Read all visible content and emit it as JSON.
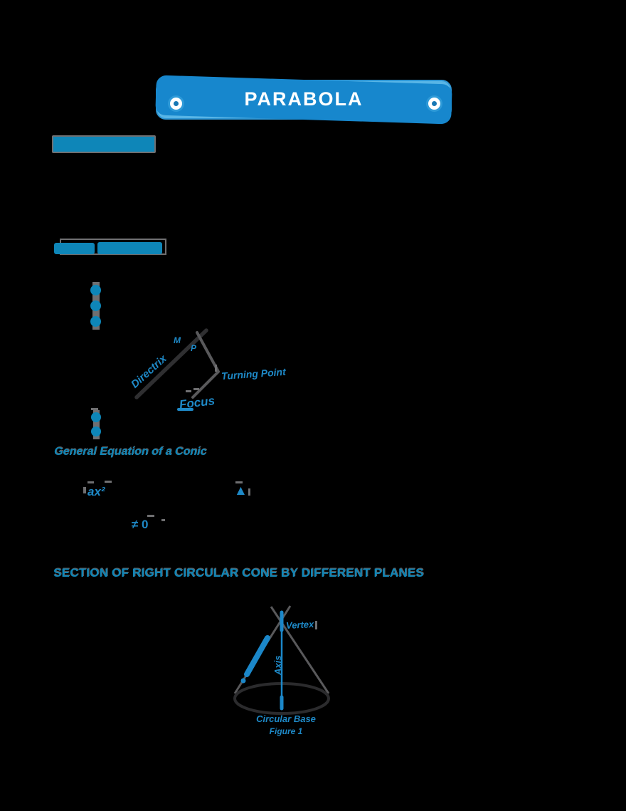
{
  "banner": {
    "title": "PARABOLA"
  },
  "headings": {
    "general_equation": "General Equation of a Conic",
    "cone_section": "SECTION OF RIGHT CIRCULAR CONE BY DIFFERENT PLANES"
  },
  "definition_diagram": {
    "directrix_label": "Directrix",
    "turning_point_label": "Turning Point",
    "focus_label": "Focus",
    "point_label_left": "M",
    "point_label_right": "P"
  },
  "equation_line": {
    "leading_term": "ax²",
    "delta_symbol": "▲",
    "condition": "≠ 0"
  },
  "cone_diagram": {
    "vertex_label": "Vertex",
    "axis_label": "Axis",
    "base_label": "Circular Base",
    "caption": "Figure 1"
  },
  "colors": {
    "accent_blue": "#1787cd",
    "light_blue": "#58b5e6",
    "teal_bar": "#0e86b8",
    "label_blue": "#1e89c7",
    "outline_gray": "#6f6f71",
    "line_dark": "#2f2f31",
    "line_gray": "#59595b"
  }
}
